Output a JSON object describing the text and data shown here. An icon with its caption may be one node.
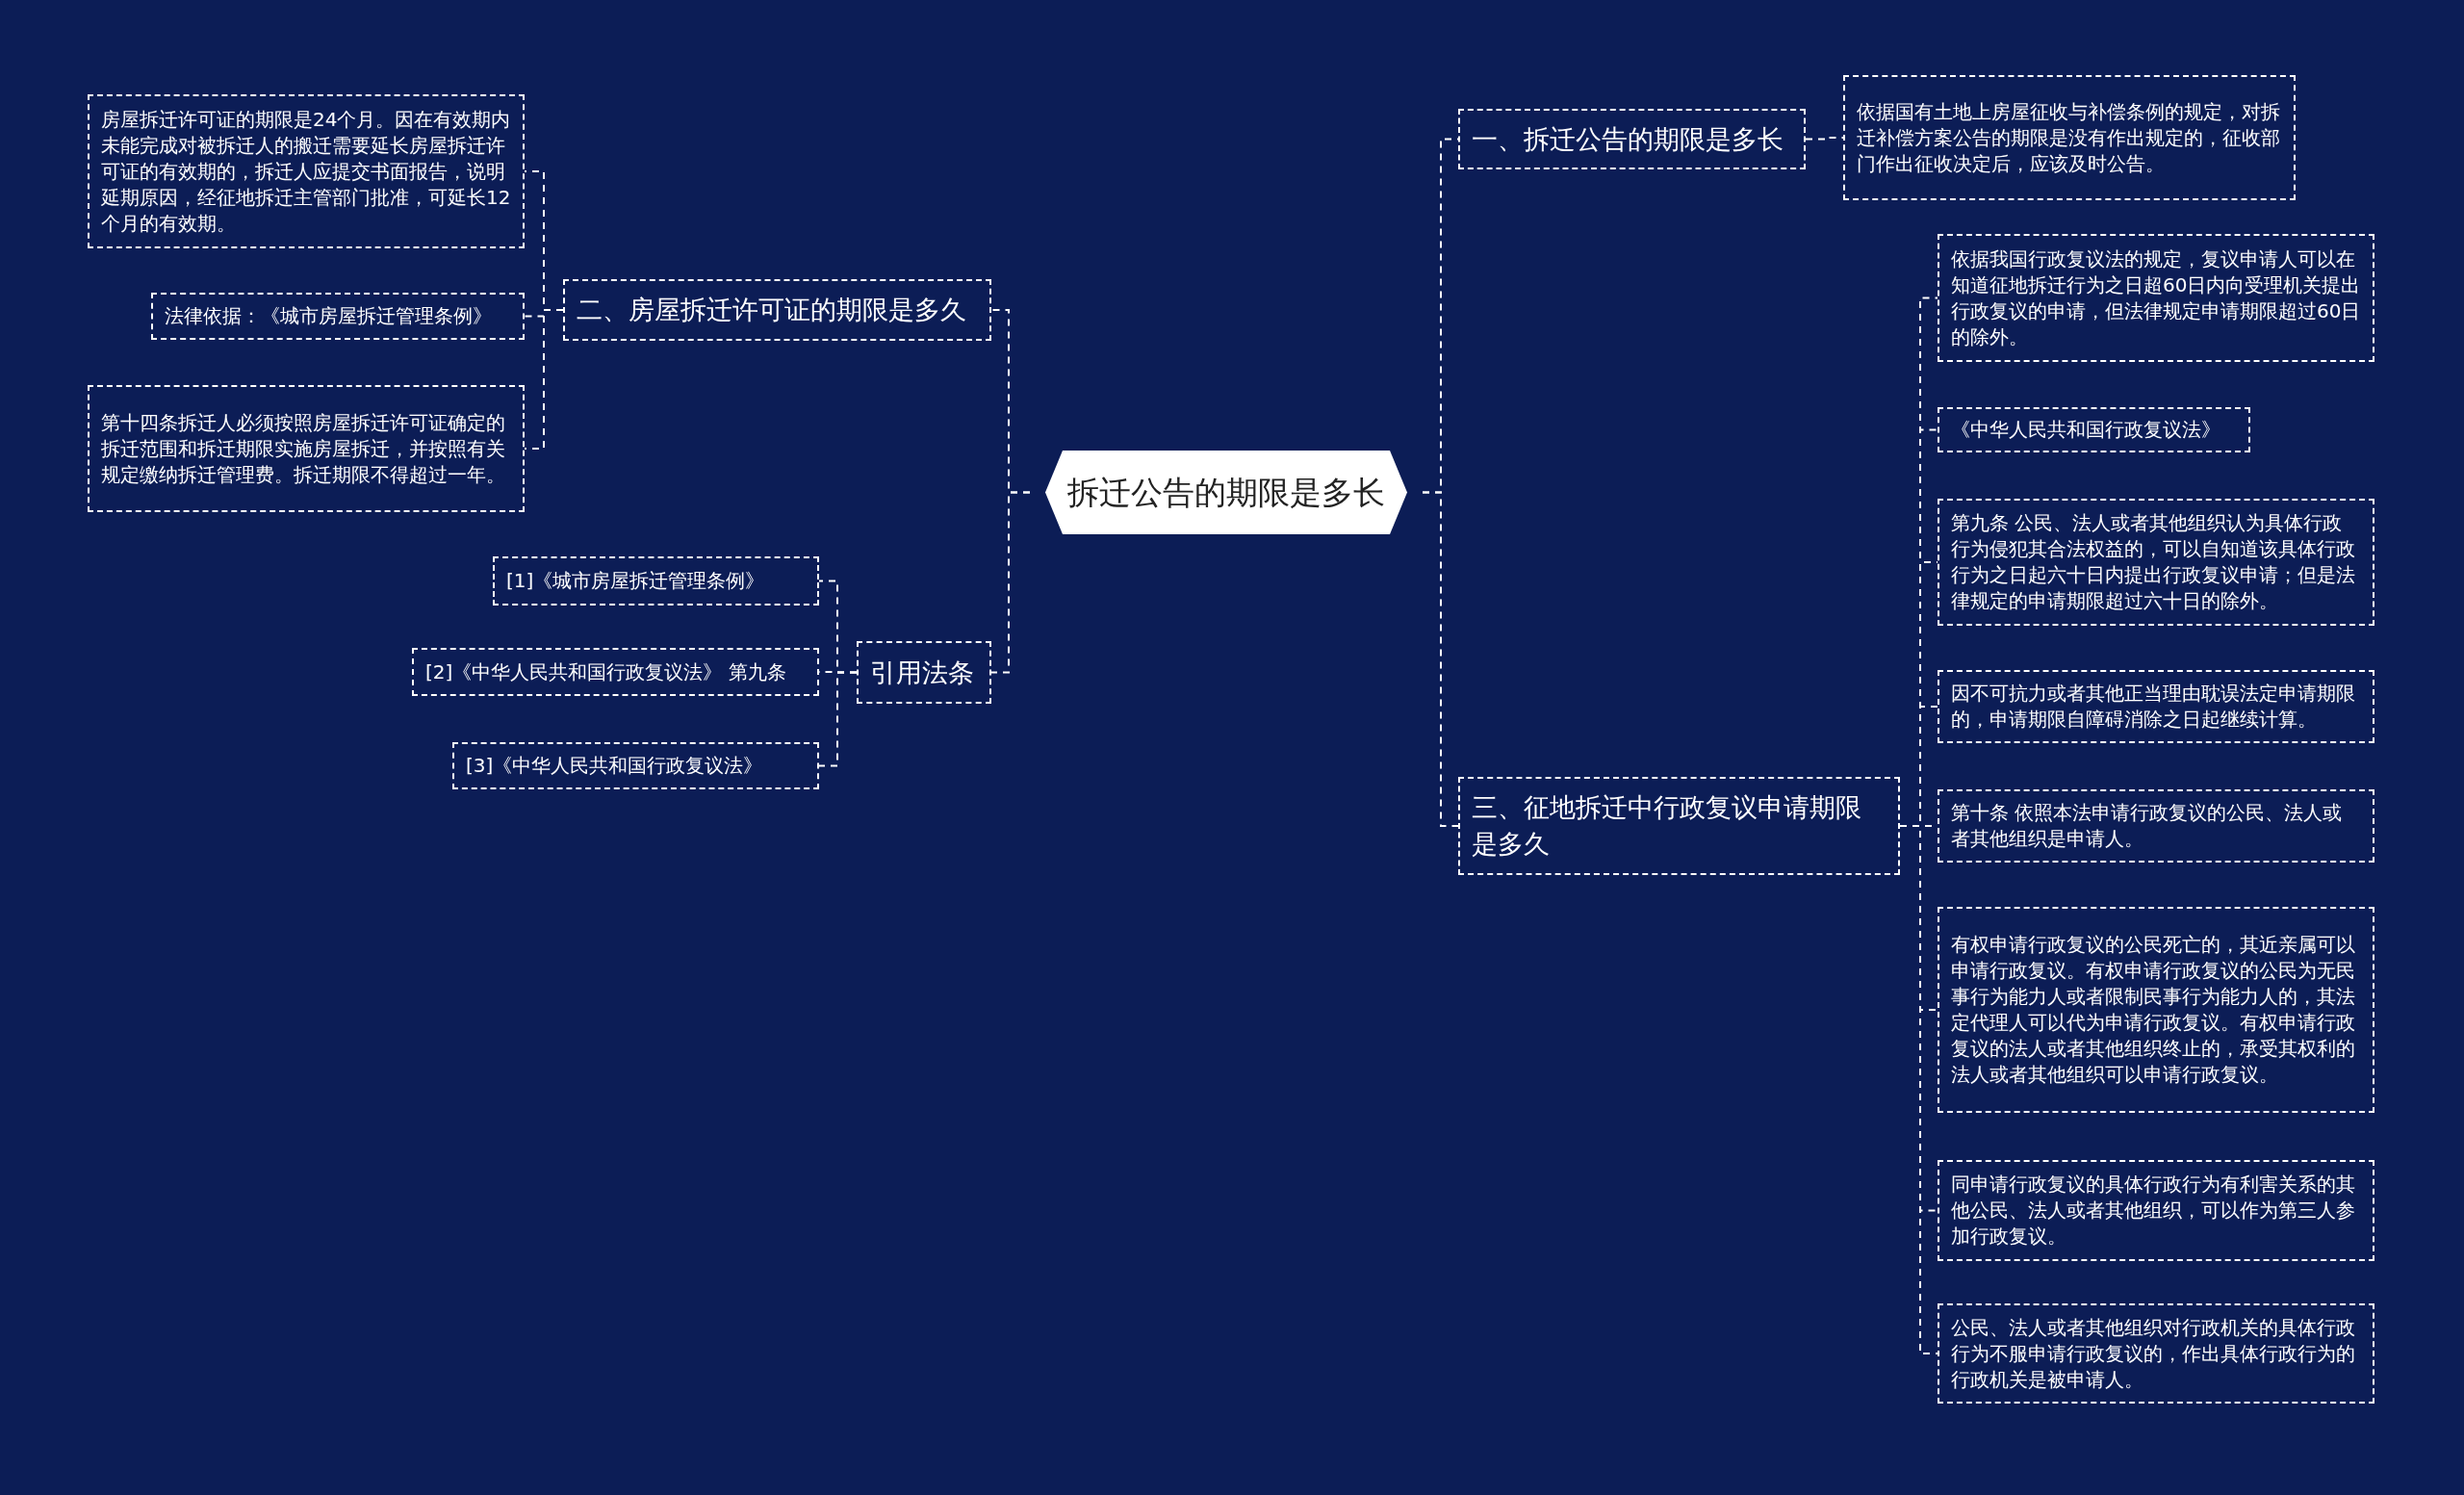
{
  "diagram": {
    "nodes": [
      {
        "text": [
          "拆迁公告的期限是多长"
        ]
      },
      {
        "text": [
          "二、房屋拆迁许可证的期限是多久"
        ]
      },
      {
        "text": [
          "房屋拆迁许可证的期限是24个月。因在有效期内未能完成对被拆迁人的搬迁需要延长房屋拆迁许可证的有效期的，拆迁人应提交书面报告，说明延期原因，经征地拆迁主管部门批准，可延长12个月的有效期。"
        ]
      },
      {
        "text": [
          "法律依据：《城市房屋拆迁管理条例》"
        ]
      },
      {
        "text": [
          "第十四条拆迁人必须按照房屋拆迁许可证确定的拆迁范围和拆迁期限实施房屋拆迁，并按照有关规定缴纳拆迁管理费。拆迁期限不得超过一年。"
        ]
      },
      {
        "text": [
          "引用法条"
        ]
      },
      {
        "text": [
          "[1]《城市房屋拆迁管理条例》"
        ]
      },
      {
        "text": [
          "[2]《中华人民共和国行政复议法》 第九条"
        ]
      },
      {
        "text": [
          "[3]《中华人民共和国行政复议法》"
        ]
      },
      {
        "text": [
          "一、拆迁公告的期限是多长"
        ]
      },
      {
        "text": [
          "依据国有土地上房屋征收与补偿条例的规定，对拆迁补偿方案公告的期限是没有作出规定的，征收部门作出征收决定后，应该及时公告。"
        ]
      },
      {
        "text": [
          "三、征地拆迁中行政复议申请期限是多久"
        ]
      },
      {
        "text": [
          "依据我国行政复议法的规定，复议申请人可以在知道征地拆迁行为之日超60日内向受理机关提出行政复议的申请，但法律规定申请期限超过60日的除外。"
        ]
      },
      {
        "text": [
          "《中华人民共和国行政复议法》"
        ]
      },
      {
        "text": [
          "第九条 公民、法人或者其他组织认为具体行政行为侵犯其合法权益的，可以自知道该具体行政行为之日起六十日内提出行政复议申请；但是法律规定的申请期限超过六十日的除外。"
        ]
      },
      {
        "text": [
          "因不可抗力或者其他正当理由耽误法定申请期限的，申请期限自障碍消除之日起继续计算。"
        ]
      },
      {
        "text": [
          "第十条 依照本法申请行政复议的公民、法人或者其他组织是申请人。"
        ]
      },
      {
        "text": [
          "有权申请行政复议的公民死亡的，其近亲属可以申请行政复议。有权申请行政复议的公民为无民事行为能力人或者限制民事行为能力人的，其法定代理人可以代为申请行政复议。有权申请行政复议的法人或者其他组织终止的，承受其权利的法人或者其他组织可以申请行政复议。"
        ]
      },
      {
        "text": [
          "同申请行政复议的具体行政行为有利害关系的其他公民、法人或者其他组织，可以作为第三人参加行政复议。"
        ]
      },
      {
        "text": [
          "公民、法人或者其他组织对行政机关的具体行政行为不服申请行政复议的，作出具体行政行为的行政机关是被申请人。"
        ]
      }
    ],
    "edges": [
      {
        "from": 0,
        "to": 1,
        "arrow": "none"
      },
      {
        "from": 0,
        "to": 5,
        "arrow": "none"
      },
      {
        "from": 0,
        "to": 9,
        "arrow": "none"
      },
      {
        "from": 0,
        "to": 11,
        "arrow": "none"
      },
      {
        "from": 1,
        "to": 2,
        "arrow": "none"
      },
      {
        "from": 1,
        "to": 3,
        "arrow": "none"
      },
      {
        "from": 1,
        "to": 4,
        "arrow": "none"
      },
      {
        "from": 5,
        "to": 6,
        "arrow": "none"
      },
      {
        "from": 5,
        "to": 7,
        "arrow": "none"
      },
      {
        "from": 5,
        "to": 8,
        "arrow": "none"
      },
      {
        "from": 9,
        "to": 10,
        "arrow": "none"
      },
      {
        "from": 11,
        "to": 12,
        "arrow": "none"
      },
      {
        "from": 11,
        "to": 13,
        "arrow": "none"
      },
      {
        "from": 11,
        "to": 14,
        "arrow": "none"
      },
      {
        "from": 11,
        "to": 15,
        "arrow": "none"
      },
      {
        "from": 11,
        "to": 16,
        "arrow": "none"
      },
      {
        "from": 11,
        "to": 17,
        "arrow": "none"
      },
      {
        "from": 11,
        "to": 18,
        "arrow": "none"
      },
      {
        "from": 11,
        "to": 19,
        "arrow": "none"
      }
    ]
  }
}
